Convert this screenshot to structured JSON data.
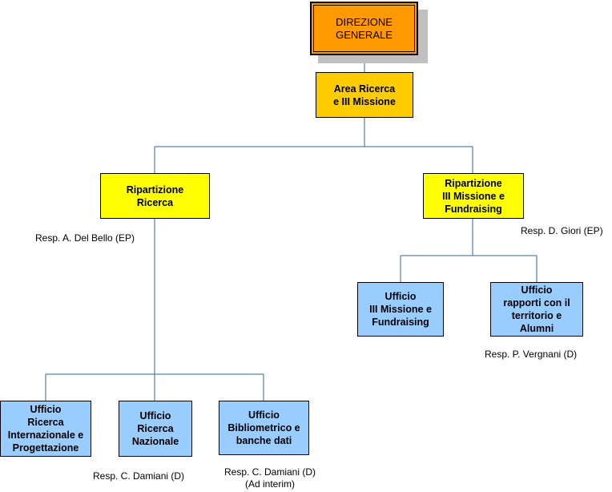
{
  "colors": {
    "top": "#ff9900",
    "area": "#ffcc00",
    "ripartizione": "#ffff00",
    "ufficio": "#99ccff",
    "line": "#336699",
    "shadow": "#c0c0c0"
  },
  "nodes": {
    "direzione": {
      "label": "DIREZIONE\nGENERALE"
    },
    "area": {
      "label": "Area Ricerca\ne III Missione"
    },
    "rip_ricerca": {
      "label": "Ripartizione\nRicerca",
      "resp": "Resp. A. Del Bello (EP)"
    },
    "rip_missione": {
      "label": "Ripartizione\nIII Missione e\nFundraising",
      "resp": "Resp. D. Giori (EP)"
    },
    "uff_missione": {
      "label": "Ufficio\nIII Missione e\nFundraising"
    },
    "uff_territorio": {
      "label": "Ufficio\nrapporti con il\nterritorio e\nAlumni",
      "resp": "Resp. P. Vergnani (D)"
    },
    "uff_internazionale": {
      "label": "Ufficio\nRicerca\nInternazionale e\nProgettazione"
    },
    "uff_nazionale": {
      "label": "Ufficio\nRicerca\nNazionale",
      "resp": "Resp. C. Damiani (D)"
    },
    "uff_biblio": {
      "label": "Ufficio\nBibliometrico e\nbanche dati",
      "resp": "Resp. C. Damiani (D)",
      "resp_note": "(Ad interim)"
    }
  }
}
